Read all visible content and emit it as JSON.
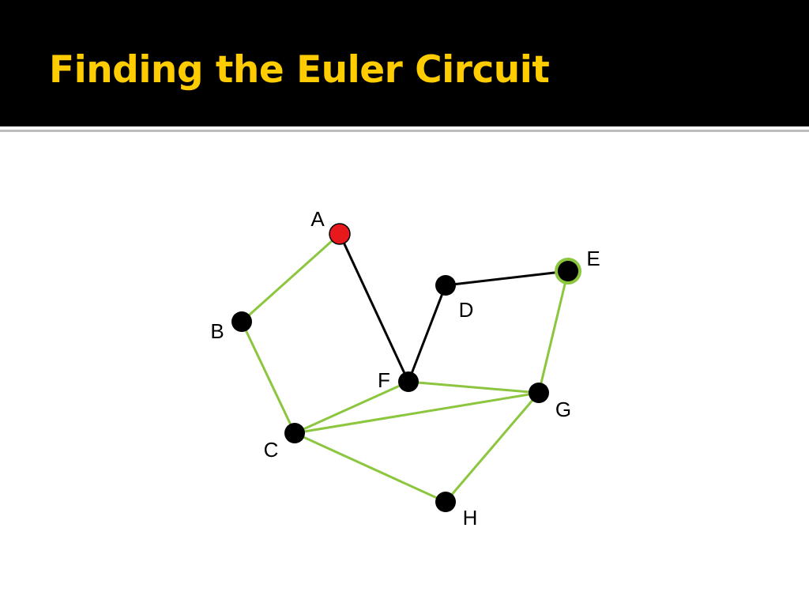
{
  "slide": {
    "title": "Finding the Euler Circuit"
  },
  "colors": {
    "title_bar": "#000000",
    "title_text": "#ffcc00",
    "traversed_edge": "#8cc63f",
    "untraversed_edge": "#000000",
    "start_vertex": "#e8191c",
    "current_vertex_ring": "#8cc63f",
    "vertex": "#000000",
    "label": "#000000"
  },
  "graph": {
    "vertices": [
      {
        "id": "A",
        "label": "A",
        "role": "start"
      },
      {
        "id": "B",
        "label": "B",
        "role": "normal"
      },
      {
        "id": "C",
        "label": "C",
        "role": "normal"
      },
      {
        "id": "D",
        "label": "D",
        "role": "normal"
      },
      {
        "id": "E",
        "label": "E",
        "role": "current"
      },
      {
        "id": "F",
        "label": "F",
        "role": "normal"
      },
      {
        "id": "G",
        "label": "G",
        "role": "normal"
      },
      {
        "id": "H",
        "label": "H",
        "role": "normal"
      }
    ],
    "edges": [
      {
        "from": "A",
        "to": "B",
        "traversed": true
      },
      {
        "from": "B",
        "to": "C",
        "traversed": true
      },
      {
        "from": "C",
        "to": "F",
        "traversed": true
      },
      {
        "from": "F",
        "to": "G",
        "traversed": true
      },
      {
        "from": "G",
        "to": "C",
        "traversed": true
      },
      {
        "from": "C",
        "to": "H",
        "traversed": true
      },
      {
        "from": "H",
        "to": "G",
        "traversed": true
      },
      {
        "from": "G",
        "to": "E",
        "traversed": true
      },
      {
        "from": "E",
        "to": "D",
        "traversed": false
      },
      {
        "from": "D",
        "to": "F",
        "traversed": false
      },
      {
        "from": "F",
        "to": "A",
        "traversed": false
      }
    ]
  }
}
